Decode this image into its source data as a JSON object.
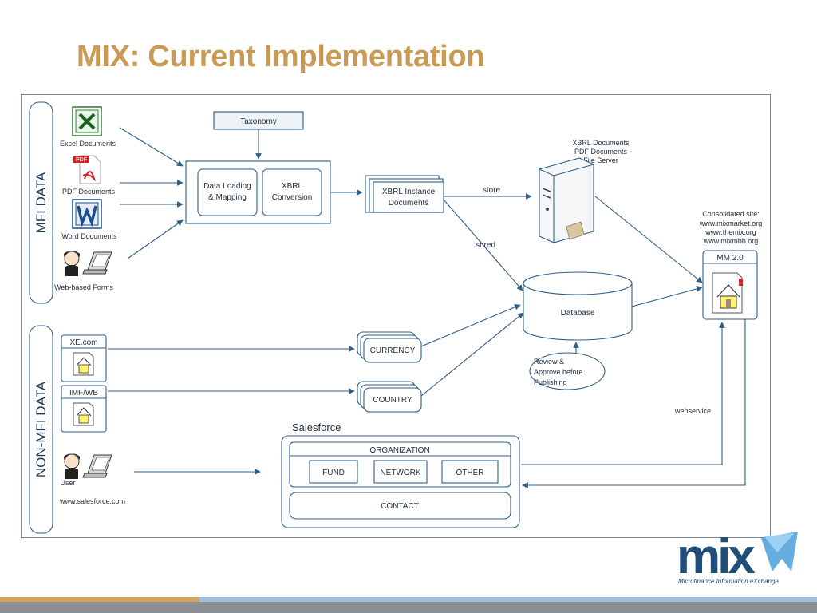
{
  "slide": {
    "title": "MIX: Current Implementation"
  },
  "groups": {
    "mfi": "MFI DATA",
    "non_mfi": "NON-MFI DATA"
  },
  "sources": {
    "excel": "Excel Documents",
    "pdf": "PDF Documents",
    "pdf_icon_text": "PDF",
    "word": "Word Documents",
    "web": "Web-based Forms",
    "salesforce_site": "www.salesforce.com",
    "user_tag": "User"
  },
  "process": {
    "taxonomy": "Taxonomy",
    "loading_line1": "Data Loading",
    "loading_line2": "& Mapping",
    "xbrl_line1": "XBRL",
    "xbrl_line2": "Conversion",
    "instance_line1": "XBRL Instance",
    "instance_line2": "Documents"
  },
  "edges": {
    "store": "store",
    "shred": "shred",
    "webservice": "webservice"
  },
  "server": {
    "line1": "XBRL Documents",
    "line2": "PDF Documents",
    "line3": "File Server"
  },
  "database": "Database",
  "review": {
    "line1": "Review &",
    "line2": "Approve before",
    "line3": "Publishing"
  },
  "consolidated": {
    "line1": "Consolidated site:",
    "line2": "www.mixmarket.org",
    "line3": "www.themix.org",
    "line4": "www.mixmbb.org",
    "mm": "MM 2.0"
  },
  "external": {
    "xe": "XE.com",
    "imf": "IMF/WB",
    "currency": "CURRENCY",
    "country": "COUNTRY"
  },
  "salesforce": {
    "title": "Salesforce",
    "organization": "ORGANIZATION",
    "fund": "FUND",
    "network": "NETWORK",
    "other": "OTHER",
    "contact": "CONTACT"
  },
  "logo": {
    "wordmark": "mix",
    "tagline": "Microfinance Information eXchange"
  },
  "colors": {
    "title": "#c89a55",
    "line": "#2f5e86",
    "band_left": "#d4a055",
    "band_right": "#9bbfe0",
    "logo_blue": "#1f4e79",
    "logo_light": "#4a9fd8"
  },
  "icons": [
    "excel-icon",
    "pdf-icon",
    "word-icon",
    "user-laptop-icon",
    "file-server-icon",
    "database-icon",
    "home-page-icon"
  ]
}
